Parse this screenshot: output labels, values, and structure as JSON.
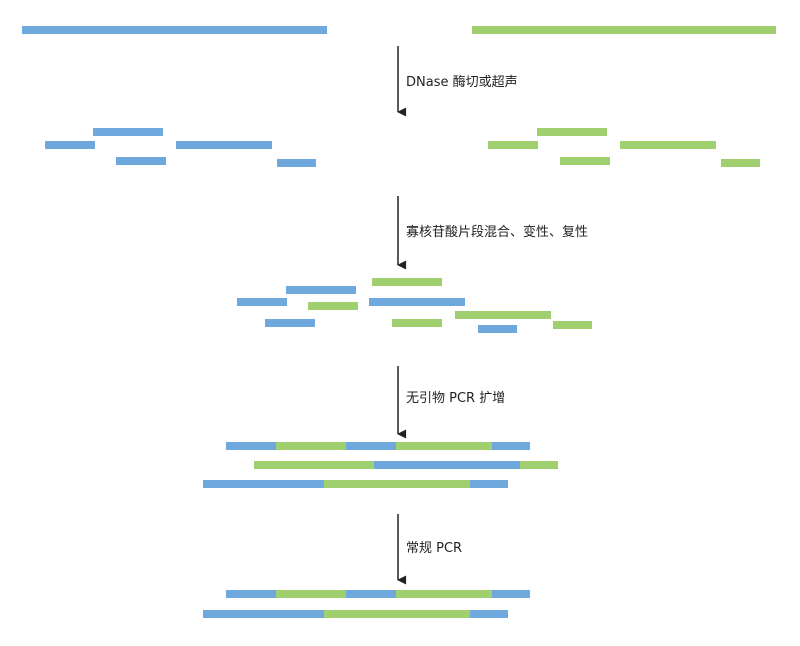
{
  "colors": {
    "gene_a": "#6fa8dc",
    "gene_b": "#9fcf6f",
    "arrow": "#222222"
  },
  "steps": [
    {
      "label": "DNase 酶切或超声"
    },
    {
      "label": "寡核苷酸片段混合、变性、复性"
    },
    {
      "label": "无引物 PCR 扩增"
    },
    {
      "label": "常规 PCR"
    }
  ]
}
